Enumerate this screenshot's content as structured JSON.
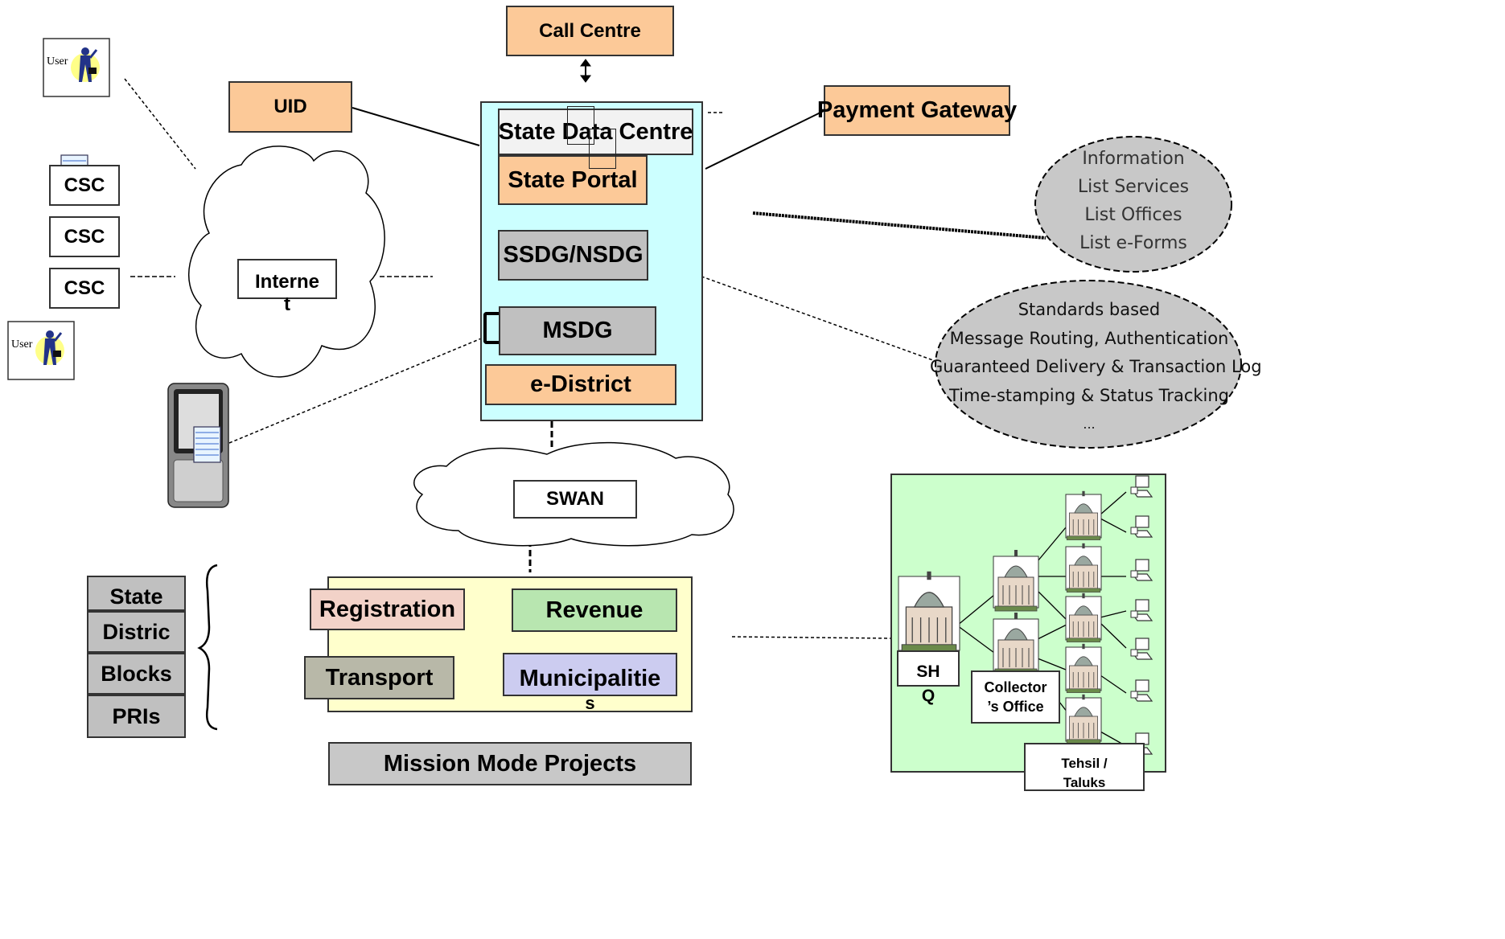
{
  "nodes": {
    "call_centre": "Call Centre",
    "uid": "UID",
    "payment_gateway": "Payment Gateway",
    "state_data_centre": "State Data Centre",
    "state_portal": "State Portal",
    "ssdg_nsdg": "SSDG/NSDG",
    "msdg": "MSDG",
    "e_district": "e-District",
    "internet_line1": "Interne",
    "internet_line2": "t",
    "swan": "SWAN",
    "csc": [
      "CSC",
      "CSC",
      "CSC"
    ],
    "user": "User"
  },
  "info_bubble": [
    "Information",
    "List Services",
    "List Offices",
    "List e-Forms"
  ],
  "standards_bubble": [
    "Standards based",
    "Message Routing, Authentication",
    "Guaranteed Delivery & Transaction Log",
    "Time-stamping & Status Tracking",
    "..."
  ],
  "levels": [
    "State",
    "Distric",
    "Blocks",
    "PRIs"
  ],
  "departments": {
    "registration": "Registration",
    "revenue": "Revenue",
    "transport": "Transport",
    "municipalities_line1": "Municipalitie",
    "municipalities_line2": "s"
  },
  "mission_mode_projects": "Mission Mode Projects",
  "hierarchy": {
    "shq_line1": "SH",
    "shq_line2": "Q",
    "collector_line1": "Collector",
    "collector_line2": "’s Office",
    "tehsil_line1": "Tehsil /",
    "tehsil_line2": "Taluks"
  },
  "colors": {
    "orange": "#fcc998",
    "cyan_panel": "#ccffff",
    "gray": "#c0c0c0",
    "yellow_panel": "#ffffcc",
    "green_panel": "#ccffcc",
    "registration": "#f2d2c8",
    "revenue": "#b8e6b0",
    "transport": "#b8b8a8",
    "municipalities": "#ccccf0"
  }
}
